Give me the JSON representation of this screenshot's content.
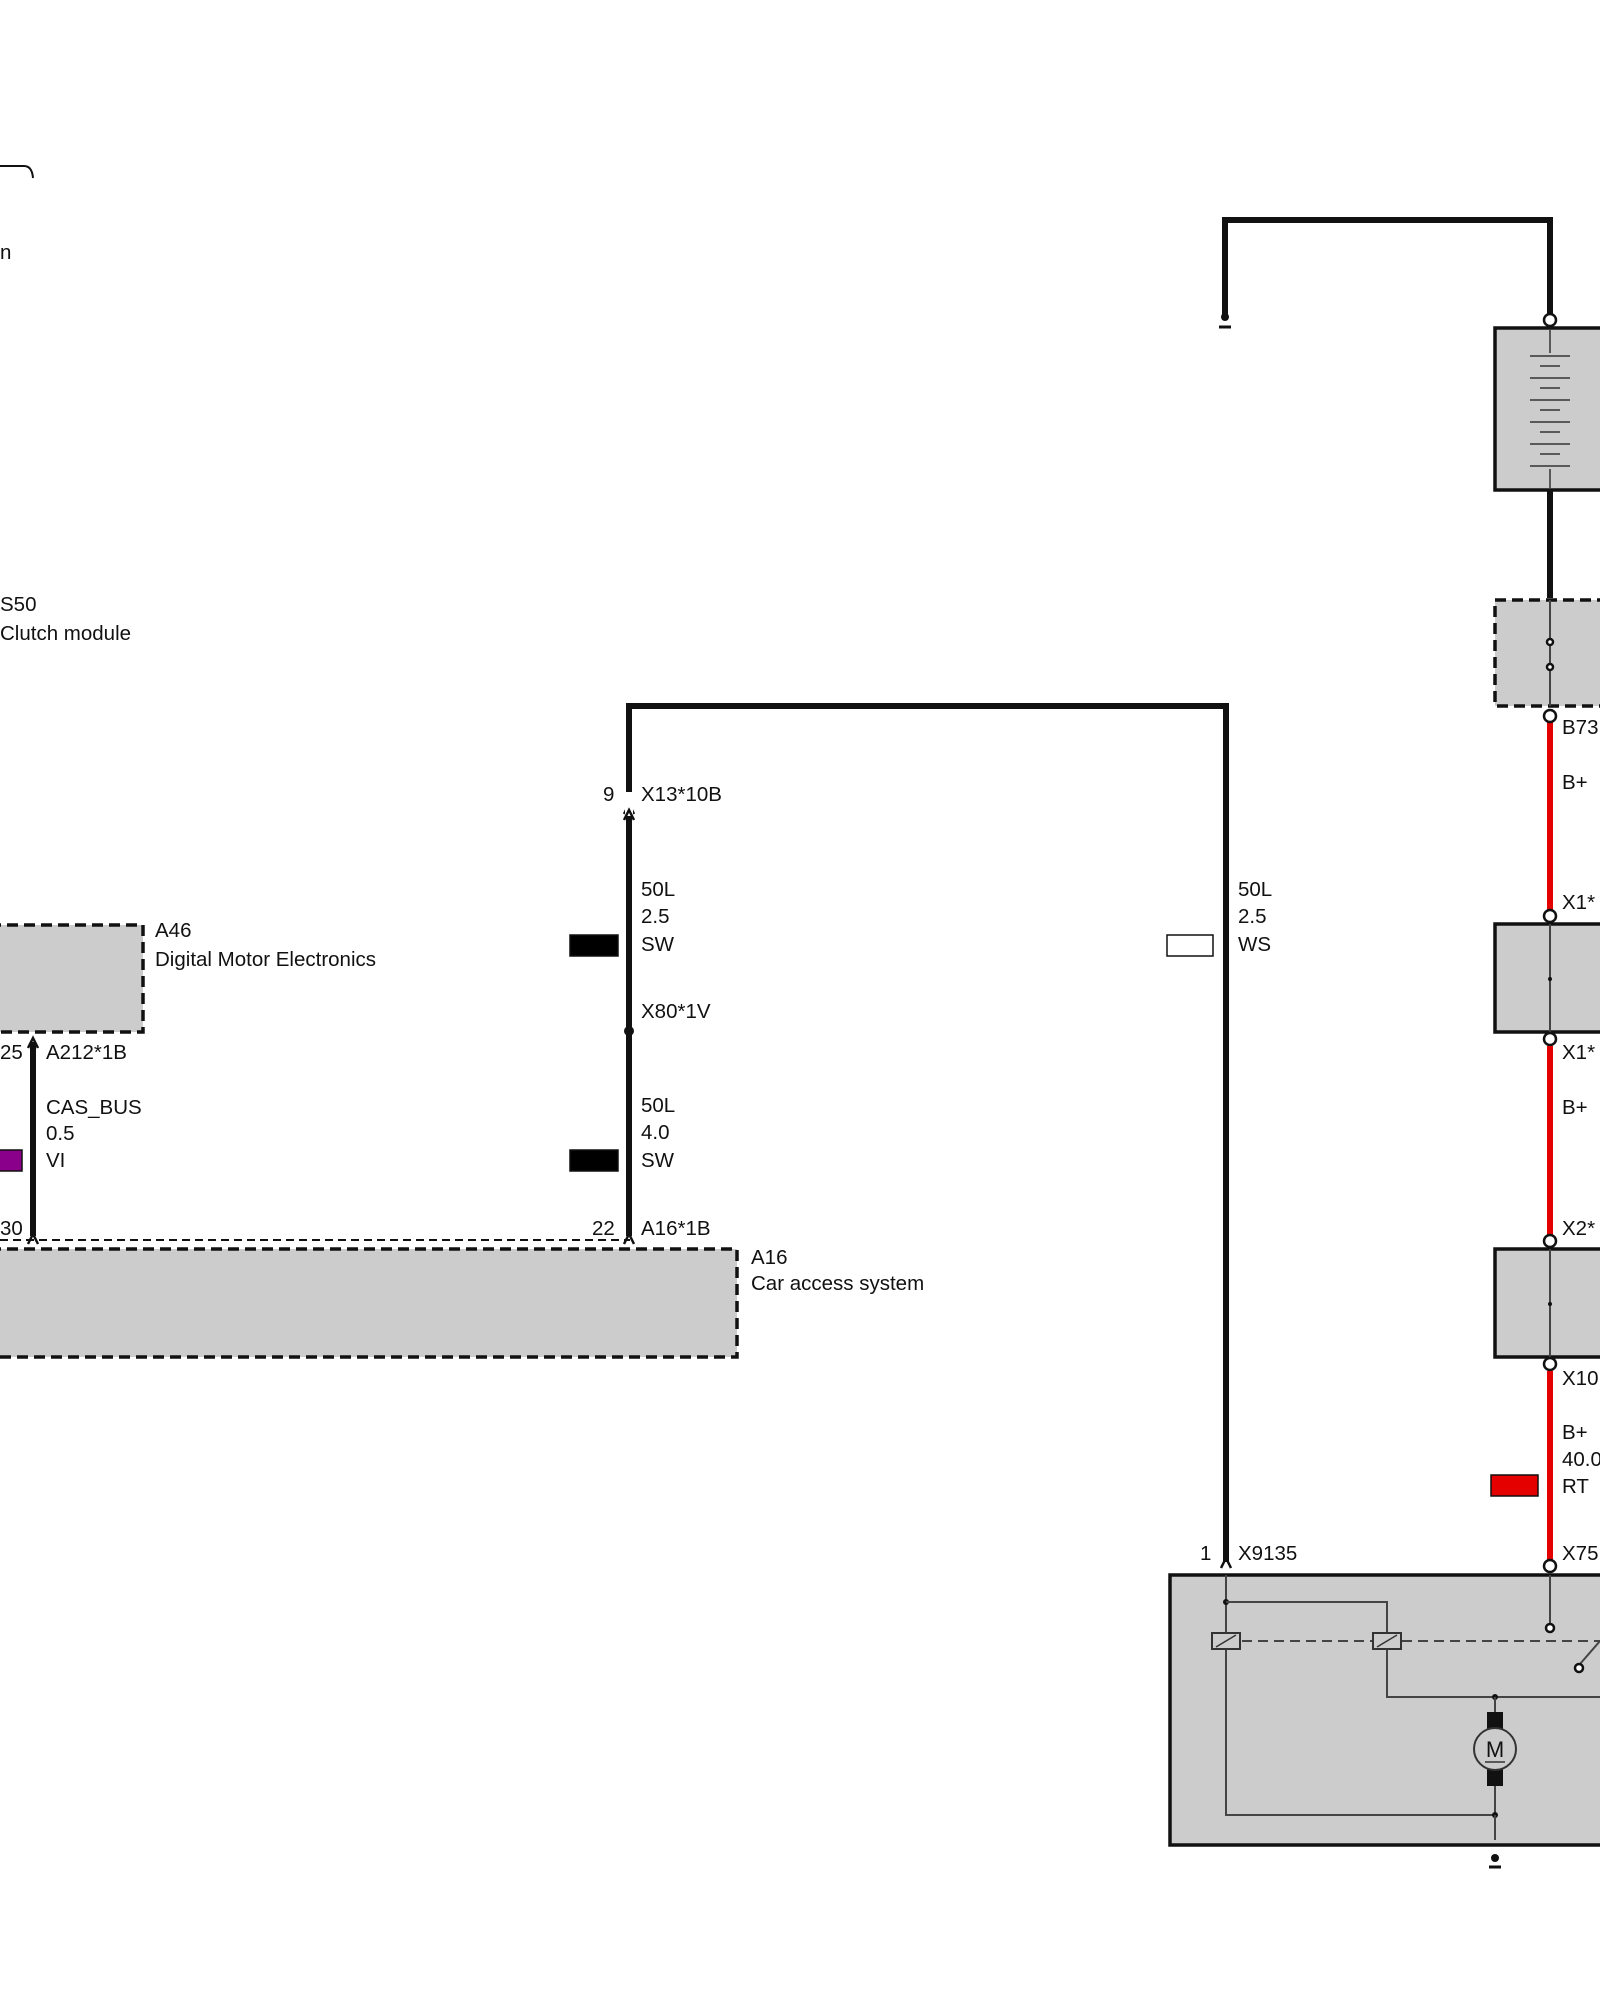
{
  "components": {
    "s50": {
      "code": "S50",
      "name": "Clutch module",
      "top_fragment": "n"
    },
    "a46": {
      "code": "A46",
      "name": "Digital Motor Electronics"
    },
    "a16": {
      "code": "A16",
      "name": "Car access system"
    }
  },
  "connectors": {
    "x13": {
      "pin": "9",
      "name": "X13*10B"
    },
    "x80": {
      "name": "X80*1V"
    },
    "a16_1b": {
      "pin": "22",
      "name": "A16*1B"
    },
    "a212": {
      "pin": "25",
      "name": "A212*1B"
    },
    "a212_bottom_pin": "30",
    "x9135": {
      "pin": "1",
      "name": "X9135"
    },
    "b73": "B73",
    "x1_a": "X1*",
    "x1_b": "X1*",
    "x2": "X2*",
    "x10": "X10",
    "x75": "X75"
  },
  "wires": {
    "w_50l_a": {
      "signal": "50L",
      "gauge": "2.5",
      "color": "SW",
      "swatch": "#000000"
    },
    "w_50l_b": {
      "signal": "50L",
      "gauge": "4.0",
      "color": "SW",
      "swatch": "#000000"
    },
    "w_50l_ws": {
      "signal": "50L",
      "gauge": "2.5",
      "color": "WS",
      "swatch": "#ffffff"
    },
    "w_cas": {
      "signal": "CAS_BUS",
      "gauge": "0.5",
      "color": "VI",
      "swatch": "#8b008b"
    },
    "w_bplus_1": {
      "signal": "B+"
    },
    "w_bplus_2": {
      "signal": "B+"
    },
    "w_bplus_3": {
      "signal": "B+",
      "gauge": "40.0",
      "color": "RT",
      "swatch": "#e50000"
    }
  },
  "starter_motor_symbol": "M"
}
